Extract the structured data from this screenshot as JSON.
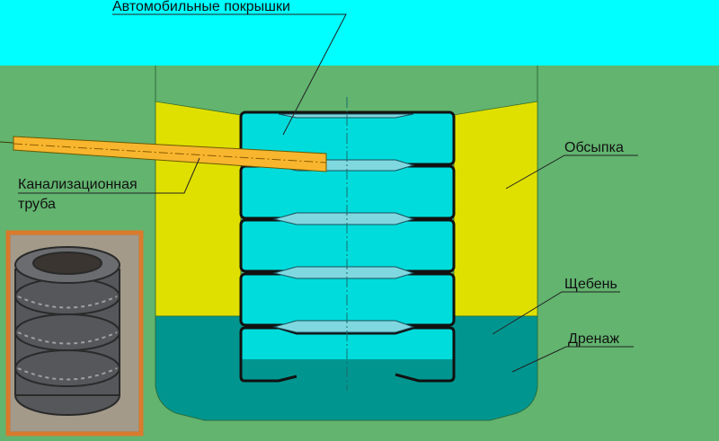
{
  "labels": {
    "tires": "Автомобильные покрышки",
    "backfill": "Обсыпка",
    "pipe_line1": "Канализационная",
    "pipe_line2": "труба",
    "gravel": "Щебень",
    "drainage": "Дренаж"
  },
  "colors": {
    "sky": "#00ffff",
    "ground": "#62b46f",
    "backfill": "#e0e000",
    "gravel": "#00968f",
    "tire": "#00dcdc",
    "pipe": "#f8b62e",
    "photo_border": "#d97a2c"
  }
}
